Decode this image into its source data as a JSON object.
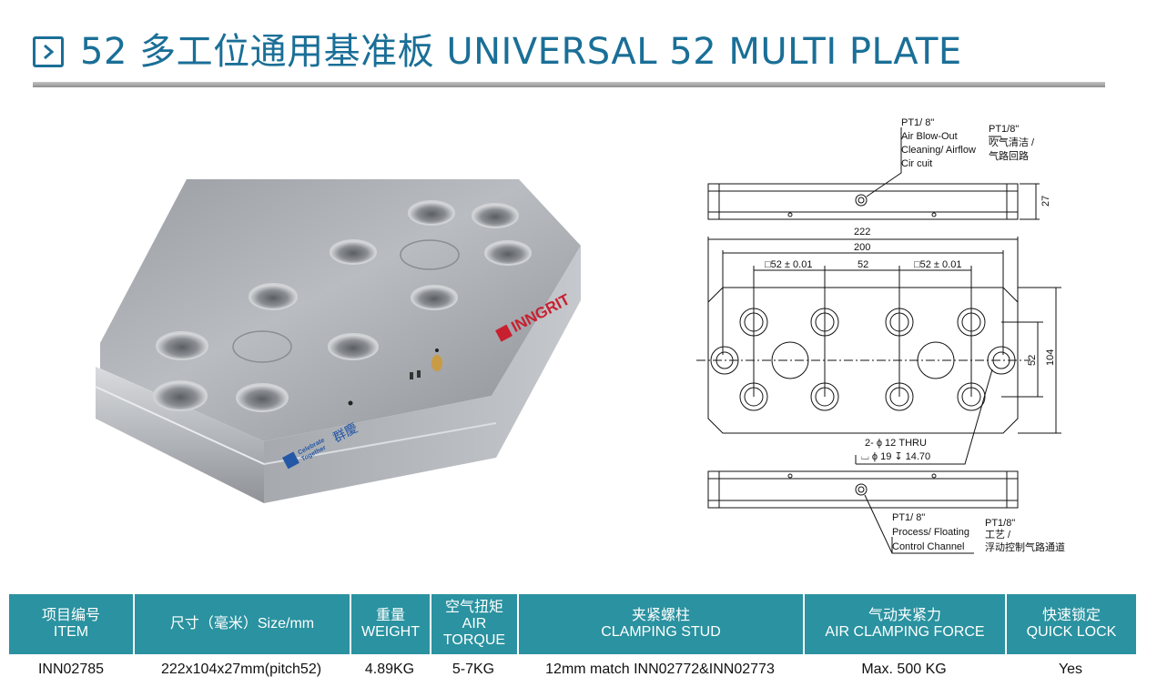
{
  "header": {
    "title": "52 多工位通用基准板  UNIVERSAL 52 MULTI PLATE"
  },
  "photo": {
    "brand_logo": "INNGRIT",
    "slogan_line1": "Celebrate",
    "slogan_line2": "Together",
    "slogan_cn": "群慶"
  },
  "drawing": {
    "top_callout": {
      "en_line1": "PT1/ 8\"",
      "en_line2": "Air Blow-Out",
      "en_line3": "Cleaning/ Airflow",
      "en_line4": "Cir cuit",
      "cn_line1": "PT1/8\"",
      "cn_line2": "吹气清洁 /",
      "cn_line3": "气路回路"
    },
    "dim_height": "27",
    "dim_overall_length": "222",
    "dim_hole_span": "200",
    "dim_left_pitch": "□52 ± 0.01",
    "dim_center_pitch": "52",
    "dim_right_pitch": "□52 ± 0.01",
    "dim_row_pitch": "52",
    "dim_width": "104",
    "thru_note_line1": "2- ϕ 12 THRU",
    "thru_note_line2": "⌴ ϕ 19 ↧ 14.70",
    "bottom_callout": {
      "en_line1": "PT1/ 8\"",
      "en_line2": "Process/ Floating",
      "en_line3": "Control Channel",
      "cn_line1": "PT1/8\"",
      "cn_line2": "工艺 /",
      "cn_line3": "浮动控制气路通道"
    }
  },
  "table": {
    "headers": [
      [
        "项目编号",
        "ITEM"
      ],
      [
        "尺寸（毫米）Size/mm"
      ],
      [
        "重量",
        "WEIGHT"
      ],
      [
        "空气扭矩",
        "AIR",
        "TORQUE"
      ],
      [
        "夹紧螺柱",
        "CLAMPING STUD"
      ],
      [
        "气动夹紧力",
        "AIR CLAMPING FORCE"
      ],
      [
        "快速锁定",
        "QUICK LOCK"
      ]
    ],
    "row": [
      "INN02785",
      "222x104x27mm(pitch52)",
      "4.89KG",
      "5-7KG",
      "12mm match INN02772&INN02773",
      "Max. 500 KG",
      "Yes"
    ]
  },
  "colors": {
    "title_blue": "#1a6f97",
    "table_header_teal": "#2a92a0",
    "logo_red": "#c8202f"
  }
}
